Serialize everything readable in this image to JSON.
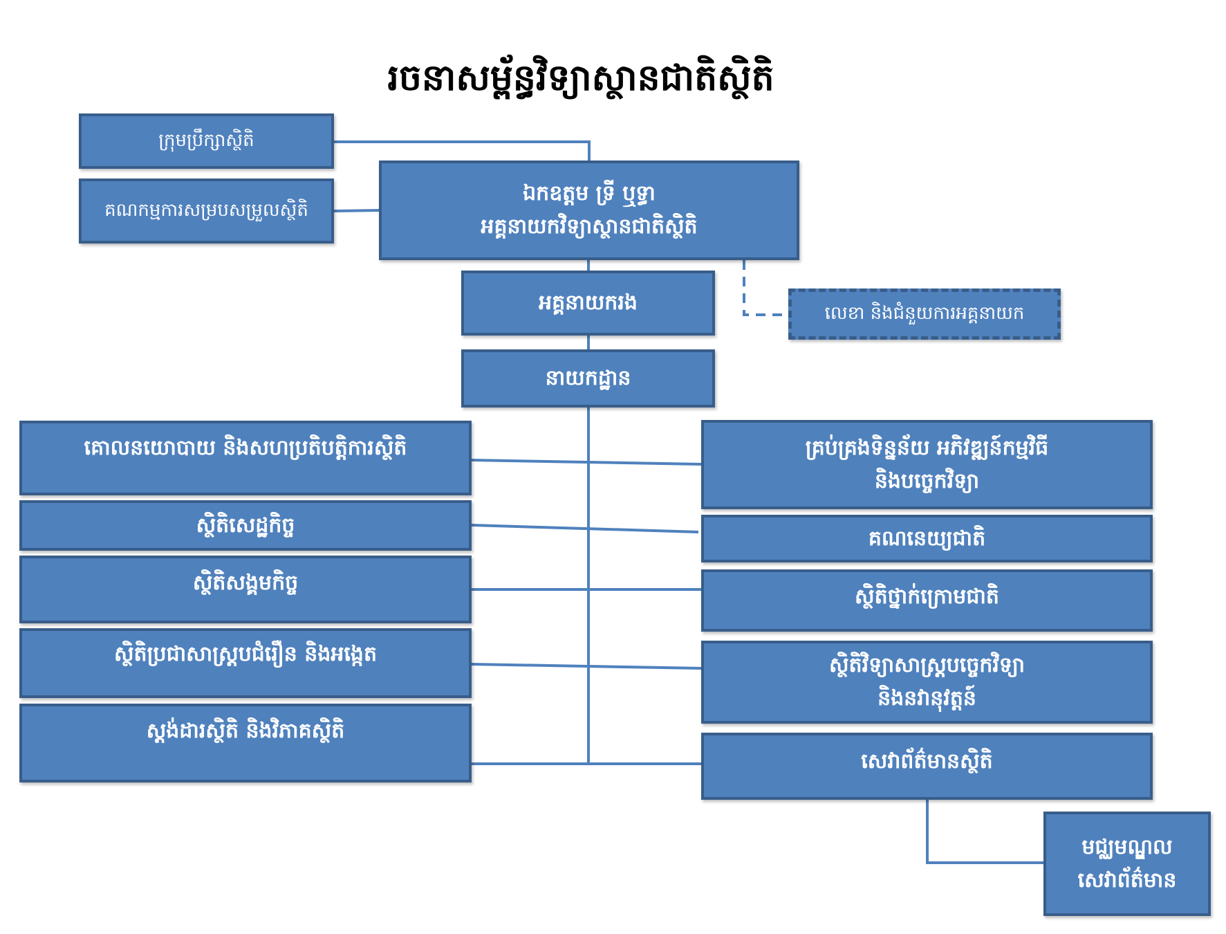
{
  "title": "រចនាសម្ព័ន្ធវិទ្យាស្ថានជាតិស្ថិតិ",
  "top": {
    "council": "ក្រុមប្រឹក្សាស្ថិតិ",
    "committee": "គណកម្មការសម្របសម្រួលស្ថិតិ",
    "director_general": {
      "name": "ឯកឧត្តម ទ្រី ឬទ្ធា",
      "title": "អគ្គនាយកវិទ្យាស្ថានជាតិស្ថិតិ"
    },
    "deputy": "អគ្គនាយករង",
    "secretary": "លេខា  និងជំនួយការអគ្គនាយក",
    "department": "នាយកដ្ឋាន"
  },
  "left_departments": [
    "គោលនយោបាយ និងសហប្រតិបត្តិការស្ថិតិ",
    "ស្ថិតិសេដ្ឋកិច្ច",
    "ស្ថិតិសង្គមកិច្ច",
    "ស្ថិតិប្រជាសាស្ត្របជំរឿន និងអង្កេត",
    "ស្តង់ដារស្ថិតិ និងវិភាគស្ថិតិ"
  ],
  "right_departments": [
    {
      "line1": "គ្រប់គ្រងទិន្នន័យ អភិវឌ្ឍន៍កម្មវិធី",
      "line2": "និងបច្ចេកវិទ្យា"
    },
    {
      "line1": "គណនេយ្យជាតិ"
    },
    {
      "line1": "ស្ថិតិថ្នាក់ក្រោមជាតិ"
    },
    {
      "line1": "ស្ថិតិវិទ្យាសាស្ត្របច្ចេកវិទ្យា",
      "line2": "និងនវានុវត្តន៍"
    },
    {
      "line1": "សេវាព័ត៌មានស្ថិតិ"
    }
  ],
  "center": {
    "line1": "មជ្ឈមណ្ឌល",
    "line2": "សេវាព័ត៌មាន"
  },
  "colors": {
    "box_fill": "#4f81bd",
    "box_border": "#385d8a",
    "connector": "#4f81bd"
  }
}
